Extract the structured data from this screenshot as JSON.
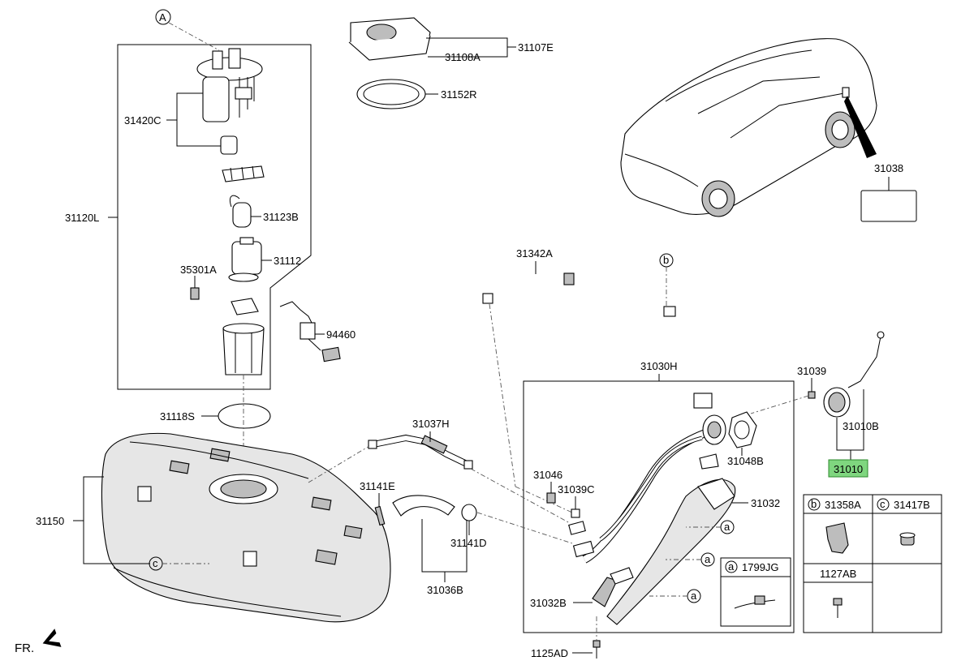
{
  "labels": {
    "A": "A",
    "p31420C": "31420C",
    "p31120L": "31120L",
    "p31123B": "31123B",
    "p35301A": "35301A",
    "p31112": "31112",
    "p94460": "94460",
    "p31118S": "31118S",
    "p31150": "31150",
    "p31108A": "31108A",
    "p31107E": "31107E",
    "p31152R": "31152R",
    "p31038": "31038",
    "p31342A": "31342A",
    "p31030H": "31030H",
    "p31039": "31039",
    "p31010B": "31010B",
    "p31010": "31010",
    "p31037H": "31037H",
    "p31141E": "31141E",
    "p31036B": "31036B",
    "p31141D": "31141D",
    "p31046": "31046",
    "p31039C": "31039C",
    "p31048B": "31048B",
    "p31032": "31032",
    "p31032B": "31032B",
    "p1125AD": "1125AD",
    "p31358A": "31358A",
    "p31417B": "31417B",
    "p1127AB": "1127AB",
    "p1799JG": "1799JG",
    "fr": "FR."
  },
  "callouts": {
    "a": "a",
    "b": "b",
    "c": "c"
  },
  "colors": {
    "highlight": "#7fd67f",
    "line": "#000000",
    "shade": "#bdbdbd"
  }
}
